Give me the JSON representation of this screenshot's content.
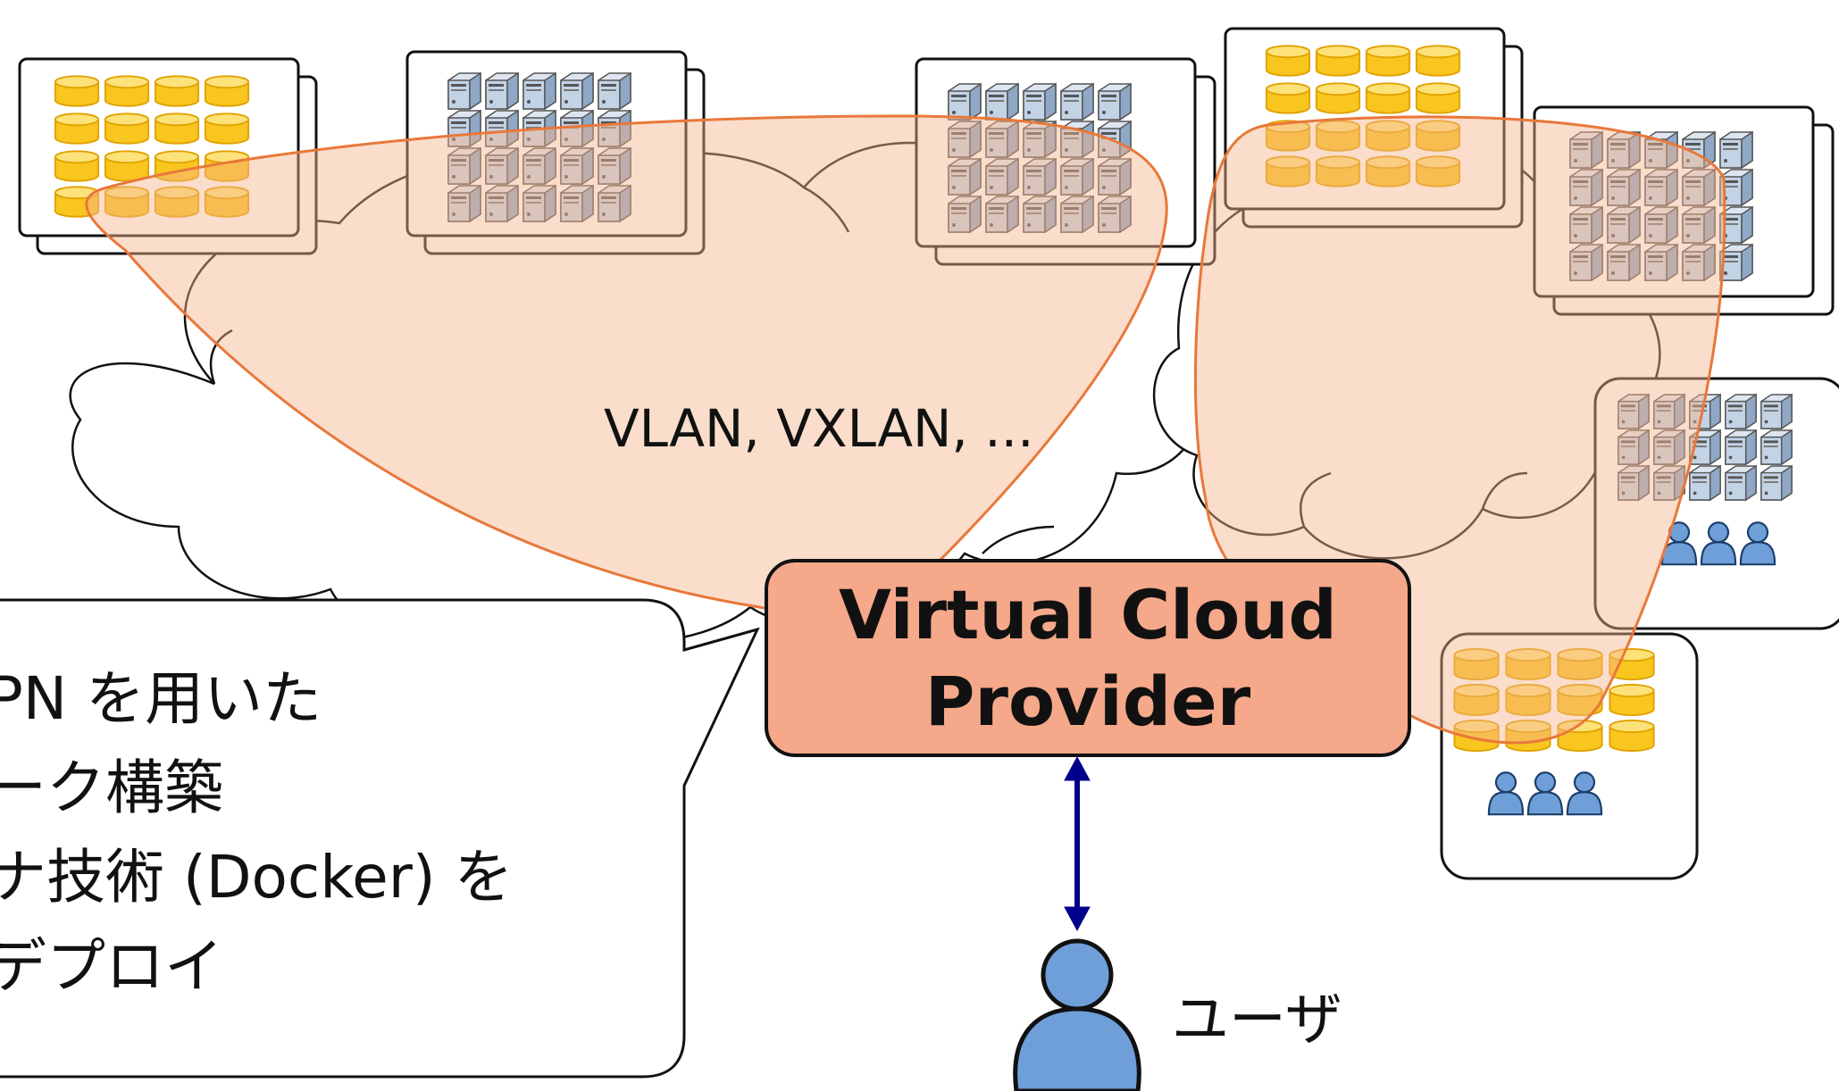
{
  "network_label": "VLAN, VXLAN, ...",
  "provider": {
    "line1": "Virtual Cloud",
    "line2": "Provider"
  },
  "user_label": "ユーザ",
  "callout": {
    "line1": "PN を用いた",
    "line2": "ーク構築",
    "line3": "ナ技術 (Docker) を",
    "line4": "デプロイ"
  },
  "colors": {
    "overlay_fill": "#f7b48c",
    "overlay_stroke": "#e8783a",
    "provider_fill": "#f5a88a",
    "arrow": "#00008b",
    "user_blue": "#6f9fd8",
    "storage_gold": "#f9c51f",
    "storage_orange": "#f6a43a",
    "server_blue": "#a9c4e4",
    "server_gray": "#b5a9a4",
    "server_beige": "#e6d6bd"
  },
  "icons": {
    "storage": "storage-disk-icon",
    "server": "server-icon",
    "user": "user-icon",
    "cloud": "cloud-icon"
  }
}
